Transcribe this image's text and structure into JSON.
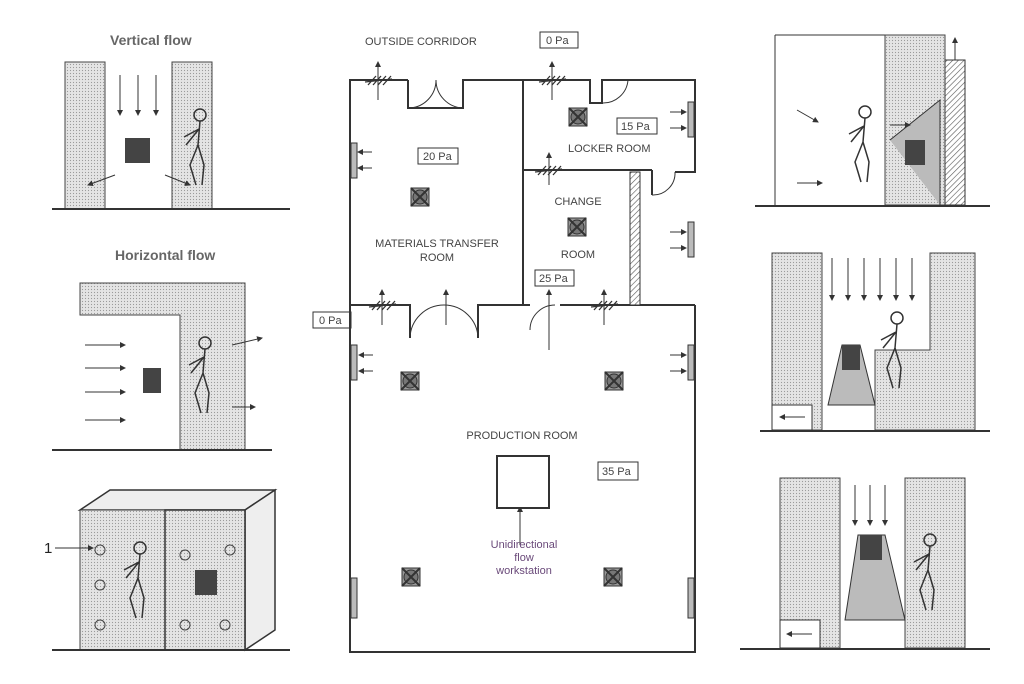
{
  "left_panels": {
    "vertical_title": "Vertical flow",
    "horizontal_title": "Horizontal flow",
    "callout_number": "1"
  },
  "floor_plan": {
    "outside_corridor": "OUTSIDE CORRIDOR",
    "corridor_pressure": "0 Pa",
    "left_pressure": "0 Pa",
    "materials_room_line1": "MATERIALS TRANSFER",
    "materials_room_line2": "ROOM",
    "materials_pressure": "20 Pa",
    "locker_room": "LOCKER  ROOM",
    "locker_pressure": "15 Pa",
    "change_room_line1": "CHANGE",
    "change_room_line2": "ROOM",
    "change_pressure": "25 Pa",
    "production_room": "PRODUCTION  ROOM",
    "production_pressure": "35 Pa",
    "workstation_line1": "Unidirectional",
    "workstation_line2": "flow",
    "workstation_line3": "workstation"
  },
  "colors": {
    "line": "#333333",
    "workstation_label": "#6a4a7a"
  }
}
